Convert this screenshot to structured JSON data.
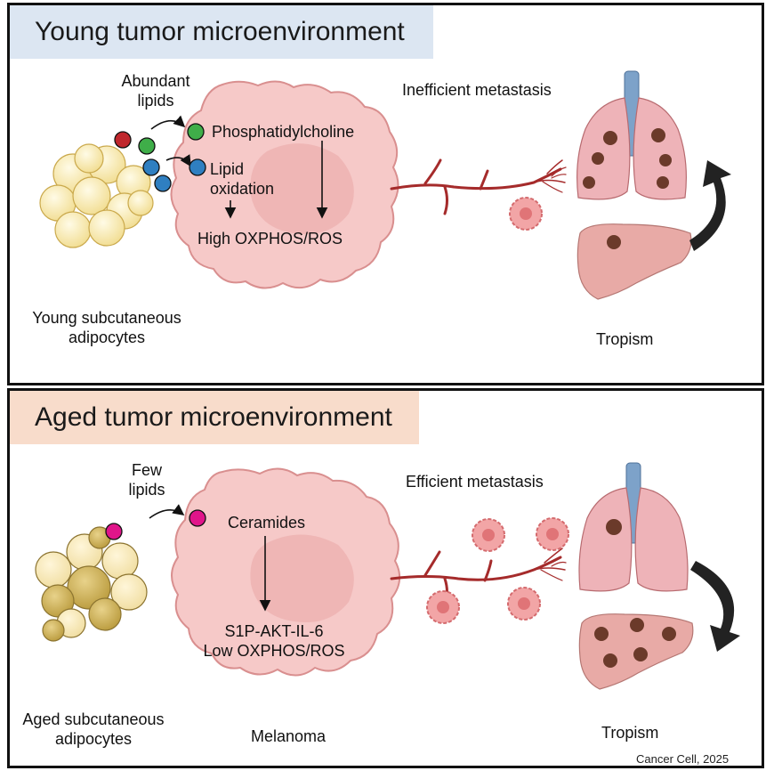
{
  "top_panel": {
    "title": "Young tumor microenvironment",
    "lipid_label_line1": "Abundant",
    "lipid_label_line2": "lipids",
    "metabolite_1": "Phosphatidylcholine",
    "metabolite_2_line1": "Lipid",
    "metabolite_2_line2": "oxidation",
    "outcome": "High OXPHOS/ROS",
    "adipocyte_line1": "Young subcutaneous",
    "adipocyte_line2": "adipocytes",
    "metastasis": "Inefficient metastasis",
    "tropism": "Tropism"
  },
  "bottom_panel": {
    "title": "Aged tumor microenvironment",
    "lipid_label_line1": "Few",
    "lipid_label_line2": "lipids",
    "metabolite_1": "Ceramides",
    "outcome_line1": "S1P-AKT-IL-6",
    "outcome_line2": "Low OXPHOS/ROS",
    "adipocyte_line1": "Aged subcutaneous",
    "adipocyte_line2": "adipocytes",
    "cell_label": "Melanoma",
    "metastasis": "Efficient metastasis",
    "tropism": "Tropism"
  },
  "credit": "Cancer Cell, 2025",
  "colors": {
    "cell": "#f6c9c8",
    "cell_stroke": "#d98f8f",
    "nucleus": "#eeb1b0",
    "vessel": "#a52b2b",
    "lipid_red": "#c0272d",
    "lipid_green": "#3fae49",
    "lipid_blue": "#2f7fc1",
    "lipid_magenta": "#e0158a",
    "young_fat": "#f6e7a6",
    "aged_fat": "#d9b85a",
    "lung": "#eeb3b8",
    "trachea": "#7da2c9",
    "liver": "#e8aaa6",
    "panel_top_title_bg": "#dce6f2",
    "panel_bottom_title_bg": "#f8dccb"
  }
}
